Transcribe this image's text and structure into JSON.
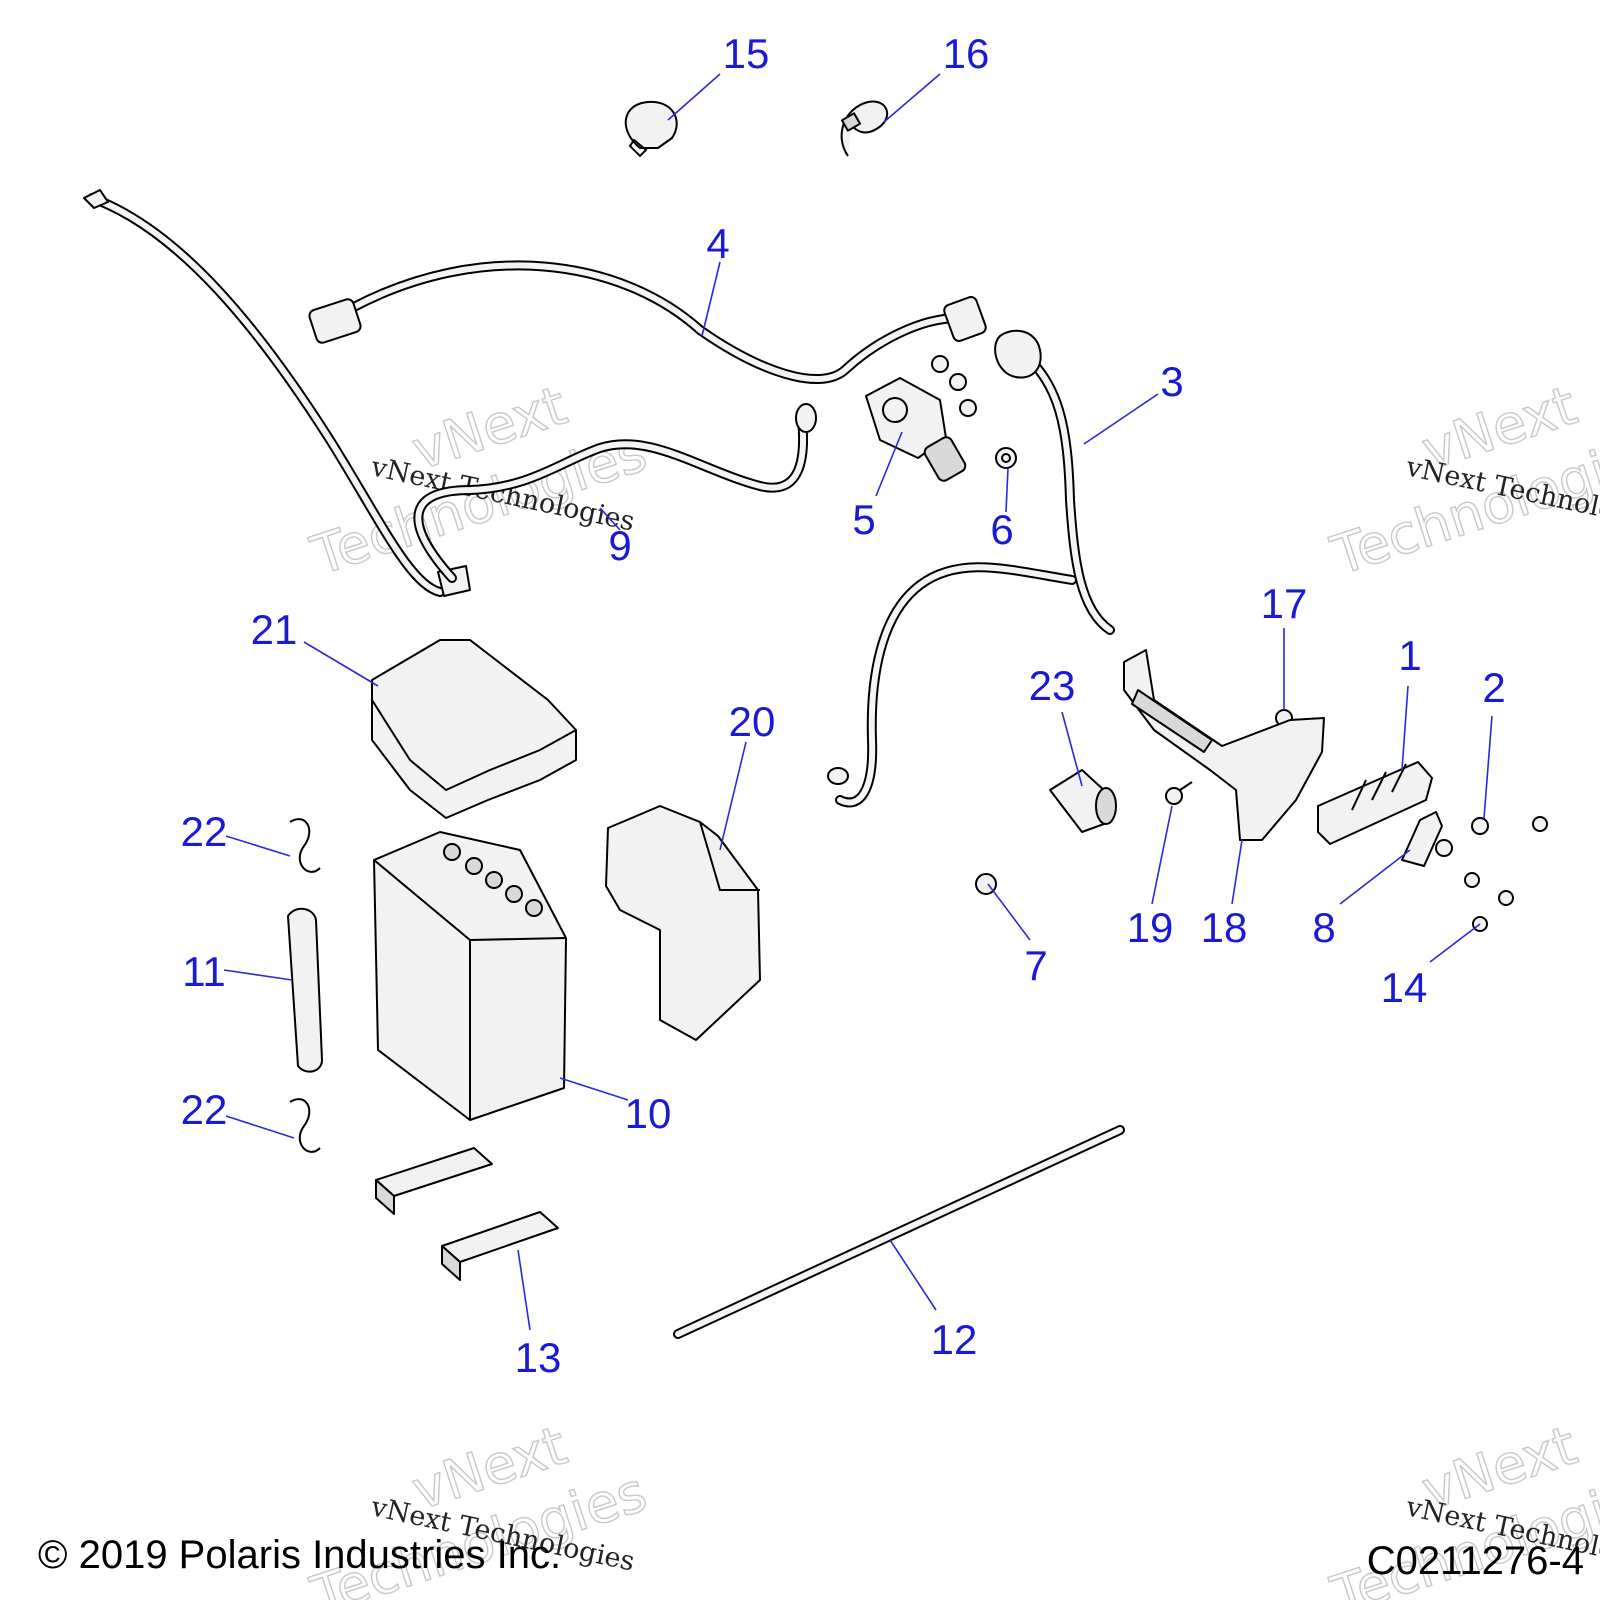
{
  "callouts": [
    {
      "id": "1",
      "label": "1"
    },
    {
      "id": "2",
      "label": "2"
    },
    {
      "id": "3",
      "label": "3"
    },
    {
      "id": "4",
      "label": "4"
    },
    {
      "id": "5",
      "label": "5"
    },
    {
      "id": "6",
      "label": "6"
    },
    {
      "id": "7",
      "label": "7"
    },
    {
      "id": "8",
      "label": "8"
    },
    {
      "id": "9",
      "label": "9"
    },
    {
      "id": "10",
      "label": "10"
    },
    {
      "id": "11",
      "label": "11"
    },
    {
      "id": "12",
      "label": "12"
    },
    {
      "id": "13",
      "label": "13"
    },
    {
      "id": "14",
      "label": "14"
    },
    {
      "id": "15",
      "label": "15"
    },
    {
      "id": "16",
      "label": "16"
    },
    {
      "id": "17",
      "label": "17"
    },
    {
      "id": "18",
      "label": "18"
    },
    {
      "id": "19",
      "label": "19"
    },
    {
      "id": "20",
      "label": "20"
    },
    {
      "id": "21",
      "label": "21"
    },
    {
      "id": "22a",
      "label": "22"
    },
    {
      "id": "22b",
      "label": "22"
    },
    {
      "id": "23",
      "label": "23"
    }
  ],
  "watermark": {
    "brand": "vNext",
    "word": "Technologies",
    "line": "vNext Technologies"
  },
  "footer": {
    "copyright": "© 2019 Polaris Industries Inc.",
    "drawing_number": "C0211276-4"
  },
  "colors": {
    "callout": "#1a1ad6",
    "leader": "#2a2ad8"
  }
}
